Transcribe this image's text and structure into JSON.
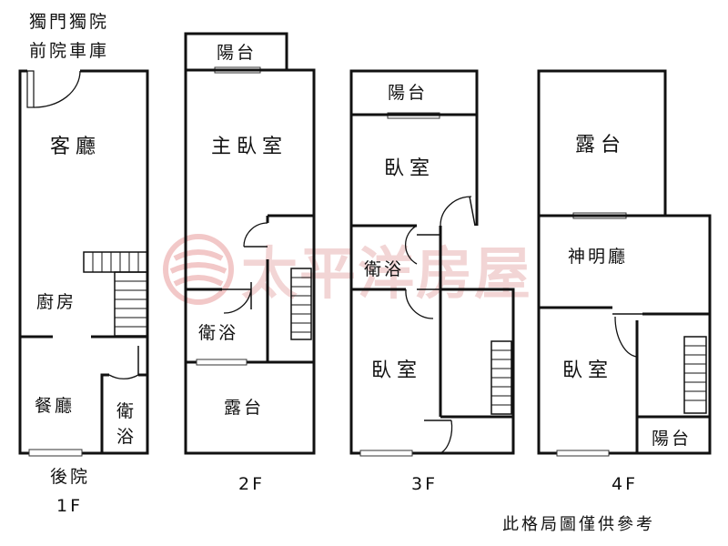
{
  "labels": {
    "front_note_line1": "獨門獨院",
    "front_note_line2": "前院車庫",
    "f1_living": "客廳",
    "f1_kitchen": "廚房",
    "f1_dining": "餐廳",
    "f1_bath_1": "衛",
    "f1_bath_2": "浴",
    "f1_backyard": "後院",
    "f1_floor": "1F",
    "f2_balcony": "陽台",
    "f2_master": "主臥室",
    "f2_bath": "衛浴",
    "f2_terrace": "露台",
    "f2_floor": "2F",
    "f3_balcony": "陽台",
    "f3_bedroom_top": "臥室",
    "f3_bath": "衛浴",
    "f3_bedroom_bottom": "臥室",
    "f3_floor": "3F",
    "f4_terrace": "露台",
    "f4_shrine": "神明廳",
    "f4_bedroom": "臥室",
    "f4_balcony": "陽台",
    "f4_floor": "4F",
    "watermark": "太平洋房屋",
    "disclaimer": "此格局圖僅供參考"
  },
  "colors": {
    "walls": "#111111",
    "watermark": "#e8b4b4"
  }
}
